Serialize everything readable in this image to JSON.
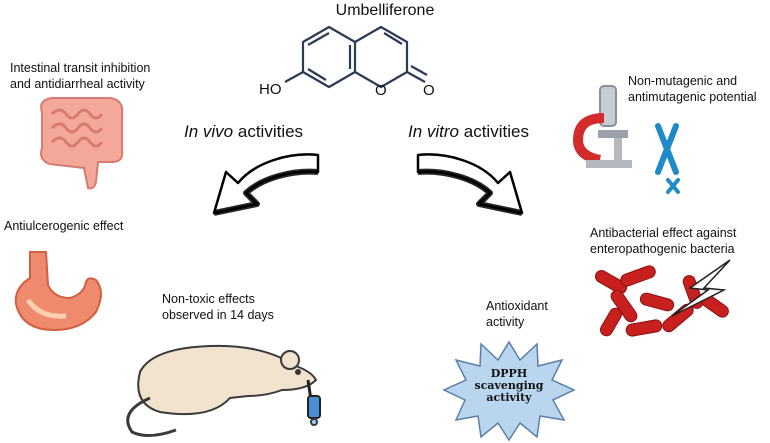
{
  "molecule": {
    "name": "Umbelliferone",
    "oh_label": "HO",
    "ring_oxygen_label": "O",
    "carbonyl_oxygen_label": "O"
  },
  "sections": {
    "in_vivo": {
      "italic": "In vivo",
      "rest": " activities"
    },
    "in_vitro": {
      "italic": "In vitro",
      "rest": " activities"
    }
  },
  "in_vivo_effects": [
    {
      "line1": "Intestinal transit inhibition",
      "line2": "and antidiarrheal activity",
      "icon": "intestine-icon"
    },
    {
      "line1": "Antiulcerogenic effect",
      "line2": "",
      "icon": "stomach-icon"
    },
    {
      "line1": "Non-toxic effects",
      "line2": "observed in 14 days",
      "icon": "rat-icon"
    }
  ],
  "in_vitro_effects": [
    {
      "line1": "Non-mutagenic and",
      "line2": "antimutagenic potential",
      "icon": "microscope-icon"
    },
    {
      "line1": "Antibacterial effect against",
      "line2": "enteropathogenic bacteria",
      "icon": "bacteria-icon"
    },
    {
      "line1": "Antioxidant",
      "line2": "activity",
      "icon": "dpph-star-icon"
    }
  ],
  "dpph_badge": {
    "line1": "DPPH",
    "line2": "scavenging",
    "line3": "activity"
  },
  "colors": {
    "intestine": "#f4a89a",
    "stomach": "#f08a6e",
    "bacteria": "#c8201e",
    "star": "#b9d6ee",
    "molecule": "#2b3a55"
  }
}
